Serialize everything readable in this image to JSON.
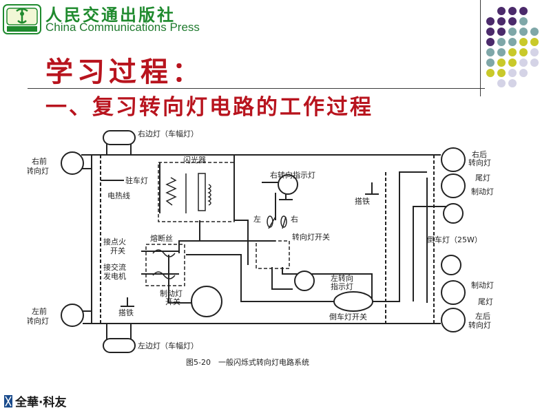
{
  "publisher": {
    "name_cn": "人民交通出版社",
    "name_en": "China Communications Press"
  },
  "slide": {
    "title": "学习过程：",
    "subtitle": "一、复习转向灯电路的工作过程"
  },
  "diagram": {
    "caption": "图5-20　一般闪烁式转向灯电路系统",
    "labels": {
      "right_side_lamp": "右边灯（车幅灯）",
      "left_side_lamp": "左边灯（车幅灯）",
      "right_front_line1": "右前",
      "right_front_line2": "转向灯",
      "left_front_line1": "左前",
      "left_front_line2": "转向灯",
      "parking_lamp": "驻车灯",
      "flasher": "闪光器",
      "heater_wire": "电热线",
      "right_indicator": "右转向指示灯",
      "left_indicator_line1": "左转向",
      "left_indicator_line2": "指示灯",
      "ground_right": "搭铁",
      "ground_left": "搭铁",
      "left_mark": "左",
      "right_mark": "右",
      "turn_switch": "转向灯开关",
      "ignition_line1": "接点火",
      "ignition_line2": "开关",
      "alternator_line1": "接交流",
      "alternator_line2": "发电机",
      "fuse": "熔断丝",
      "brake_switch_line1": "制动灯",
      "brake_switch_line2": "开关",
      "reverse_switch": "倒车灯开关",
      "right_rear_line1": "右后",
      "right_rear_line2": "转向灯",
      "left_rear_line1": "左后",
      "left_rear_line2": "转向灯",
      "tail_upper": "尾灯",
      "brake_upper": "制动灯",
      "reverse_lamp": "倒车灯（25W）",
      "brake_lower": "制动灯",
      "tail_lower": "尾灯"
    }
  },
  "brand": {
    "text": "全華·科友"
  },
  "colors": {
    "title_red": "#b8141e",
    "publisher_green": "#1f8a2e",
    "dot_purple": "#4b2a6b",
    "dot_teal": "#7fa7a8",
    "dot_yellow": "#c9c92a",
    "dot_lavender": "#d4d3e6",
    "brand_blue": "#1a4b8c"
  },
  "icons": [
    "publisher-emblem-icon",
    "brand-logo-icon"
  ]
}
